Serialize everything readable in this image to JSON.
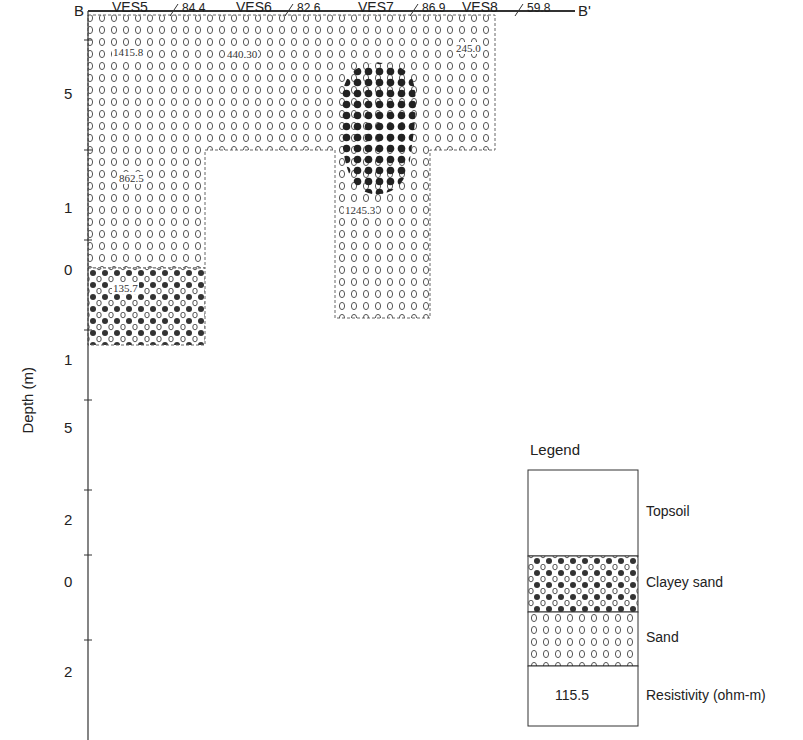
{
  "diagram": {
    "nodes": [
      {
        "text": [
          "1415.8"
        ]
      },
      {
        "text": [
          "440.30"
        ]
      },
      {
        "text": [
          "245.0"
        ]
      },
      {
        "text": [
          "862.5"
        ]
      },
      {
        "text": [
          "1245.3"
        ]
      },
      {
        "text": [
          "135.7"
        ]
      }
    ],
    "labels": [
      "B",
      "B'",
      "VES5",
      "84.4",
      "VES6",
      "82.6",
      "VES7",
      "86.9",
      "VES8",
      "59.8",
      "Depth (m)",
      "5",
      "1",
      "0",
      "1",
      "5",
      "2",
      "0",
      "2",
      "Legend",
      "115.5"
    ],
    "legend": [
      {
        "text": "Topsoil"
      },
      {
        "text": "Clayey sand"
      },
      {
        "text": "Sand"
      },
      {
        "text": "Resistivity (ohm-m)"
      }
    ]
  }
}
